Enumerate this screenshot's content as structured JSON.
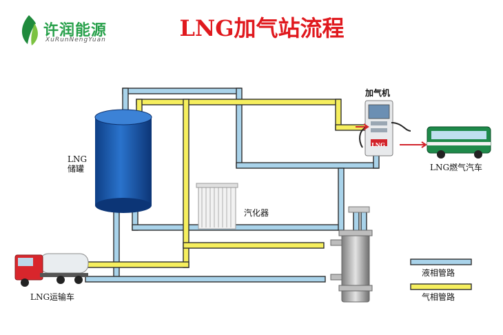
{
  "logo": {
    "name": "许润能源",
    "name_pinyin": "XuRunNengYuan"
  },
  "title": "LNG加气站流程",
  "labels": {
    "storage_tank": "LNG\n储罐",
    "vaporizer": "汽化器",
    "dispenser": "加气机",
    "dispenser_brand": "LNG",
    "bus": "LNG燃气汽车",
    "tanker_truck": "LNG运输车"
  },
  "legend": [
    {
      "label": "液相管路",
      "color": "#a9d3ea"
    },
    {
      "label": "气相管路",
      "color": "#f6ef5e"
    }
  ],
  "colors": {
    "liquid_pipe": "#a9d3ea",
    "gas_pipe": "#f6ef5e",
    "tank": "#1f63b8",
    "title": "#e0191e",
    "logo": "#27a04a"
  }
}
